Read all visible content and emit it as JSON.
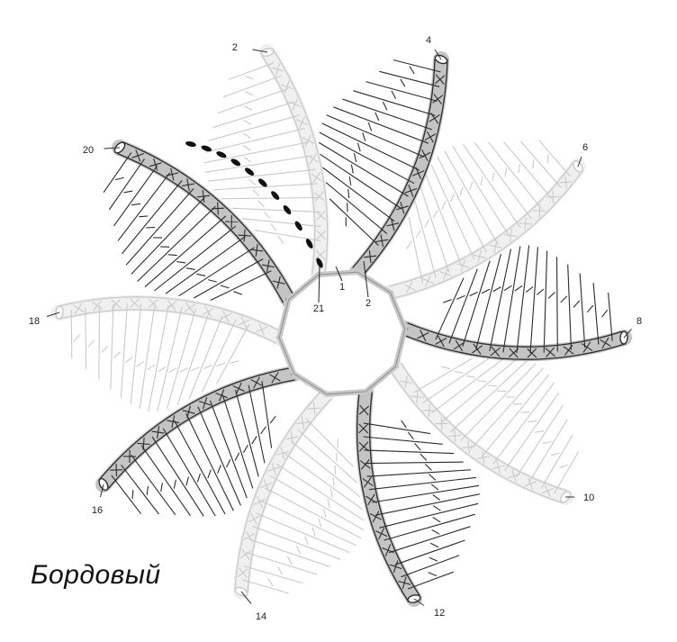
{
  "caption": "Бордовый",
  "row_labels": [
    "1",
    "2",
    "2",
    "4",
    "6",
    "8",
    "10",
    "12",
    "14",
    "16",
    "18",
    "20",
    "21"
  ],
  "colors": {
    "light_row": "#c9c9c9",
    "dark_row": "#2b2b2b",
    "marker": "#111111",
    "background": "#ffffff"
  },
  "petals": [
    {
      "row_label": "2",
      "shade": "light"
    },
    {
      "row_label": "4",
      "shade": "dark"
    },
    {
      "row_label": "6",
      "shade": "light"
    },
    {
      "row_label": "8",
      "shade": "dark"
    },
    {
      "row_label": "10",
      "shade": "light"
    },
    {
      "row_label": "12",
      "shade": "dark"
    },
    {
      "row_label": "14",
      "shade": "light"
    },
    {
      "row_label": "16",
      "shade": "dark"
    },
    {
      "row_label": "18",
      "shade": "light"
    },
    {
      "row_label": "20",
      "shade": "dark"
    }
  ]
}
